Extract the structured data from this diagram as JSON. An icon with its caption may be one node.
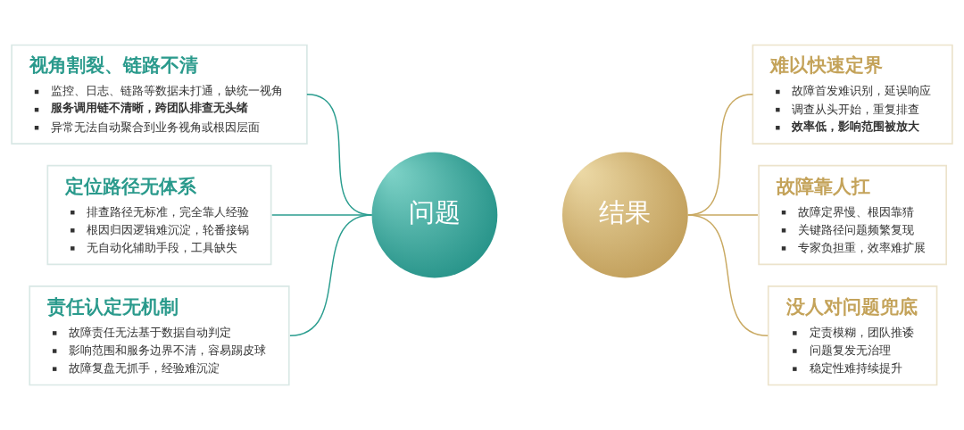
{
  "diagram": {
    "nodes": [
      {
        "text": [
          "视角割裂、链路不清",
          "监控、日志、链路等数据未打通，缺统一视角",
          "服务调用链不清晰，跨团队排查无头绪",
          "异常无法自动聚合到业务视角或根因层面"
        ]
      },
      {
        "text": [
          "定位路径无体系",
          "排查路径无标准，完全靠人经验",
          "根因归因逻辑难沉淀，轮番接锅",
          "无自动化辅助手段，工具缺失"
        ]
      },
      {
        "text": [
          "责任认定无机制",
          "故障责任无法基于数据自动判定",
          "影响范围和服务边界不清，容易踢皮球",
          "故障复盘无抓手，经验难沉淀"
        ]
      },
      {
        "text": [
          "问题"
        ]
      },
      {
        "text": [
          "结果"
        ]
      },
      {
        "text": [
          "难以快速定界",
          "故障首发难识别，延误响应",
          "调查从头开始，重复排查",
          "效率低，影响范围被放大"
        ]
      },
      {
        "text": [
          "故障靠人扛",
          "故障定界慢、根因靠猜",
          "关键路径问题频繁复现",
          "专家负担重，效率难扩展"
        ]
      },
      {
        "text": [
          "没人对问题兜底",
          "定责模糊，团队推诿",
          "问题复发无治理",
          "稳定性难持续提升"
        ]
      }
    ],
    "edges": [
      {
        "from": 0,
        "to": 3,
        "arrow": "none",
        "color": "#2a9d8f"
      },
      {
        "from": 1,
        "to": 3,
        "arrow": "none",
        "color": "#2a9d8f"
      },
      {
        "from": 2,
        "to": 3,
        "arrow": "none",
        "color": "#2a9d8f"
      },
      {
        "from": 4,
        "to": 5,
        "arrow": "none",
        "color": "#c9a961"
      },
      {
        "from": 4,
        "to": 6,
        "arrow": "none",
        "color": "#c9a961"
      },
      {
        "from": 4,
        "to": 7,
        "arrow": "none",
        "color": "#c9a961"
      }
    ]
  }
}
